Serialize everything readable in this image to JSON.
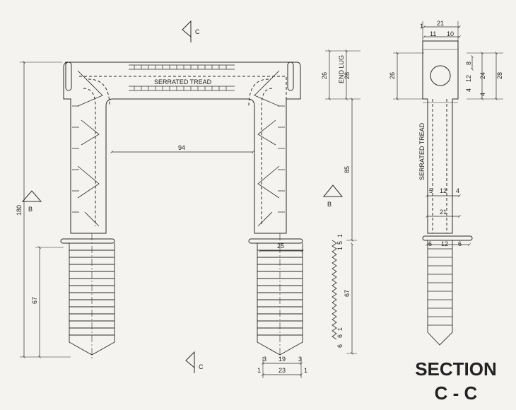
{
  "drawing": {
    "section_marks": {
      "top": "C",
      "bottom": "C",
      "left": "B",
      "right": "B"
    },
    "tread_label": "SERRATED TREAD",
    "end_lug_label": "END LUG",
    "section_tread_label": "SERRATED TREAD",
    "title_line1": "SECTION",
    "title_line2": "C - C"
  },
  "dimensions": {
    "overall_height": "180",
    "inner_width": "94",
    "lug_26": "26",
    "lug_28": "28",
    "leg_85": "85",
    "thread_67_left": "67",
    "thread_67_right": "67",
    "thread_pitch_1a": "1",
    "thread_pitch_1b": "1",
    "thread_pitch_5": "5",
    "thread_pitch_1c": "1",
    "thread_pitch_6a": "6",
    "thread_pitch_6b": "6",
    "leg_dia_25": "25",
    "base_19": "19",
    "base_3a": "3",
    "base_3b": "3",
    "base_23": "23",
    "base_1a": "1",
    "base_1b": "1",
    "sec_1": "1",
    "sec_21_top": "21",
    "sec_11": "11",
    "sec_10": "10",
    "sec_26": "26",
    "sec_8": "8",
    "sec_12_top": "12",
    "sec_24": "24",
    "sec_28": "28",
    "sec_4a": "4",
    "sec_4b": "4",
    "sec_5": "5",
    "sec_12_mid": "12",
    "sec_4c": "4",
    "sec_21_mid": "21",
    "sec_6a": "6",
    "sec_12_low": "12",
    "sec_6b": "6"
  }
}
